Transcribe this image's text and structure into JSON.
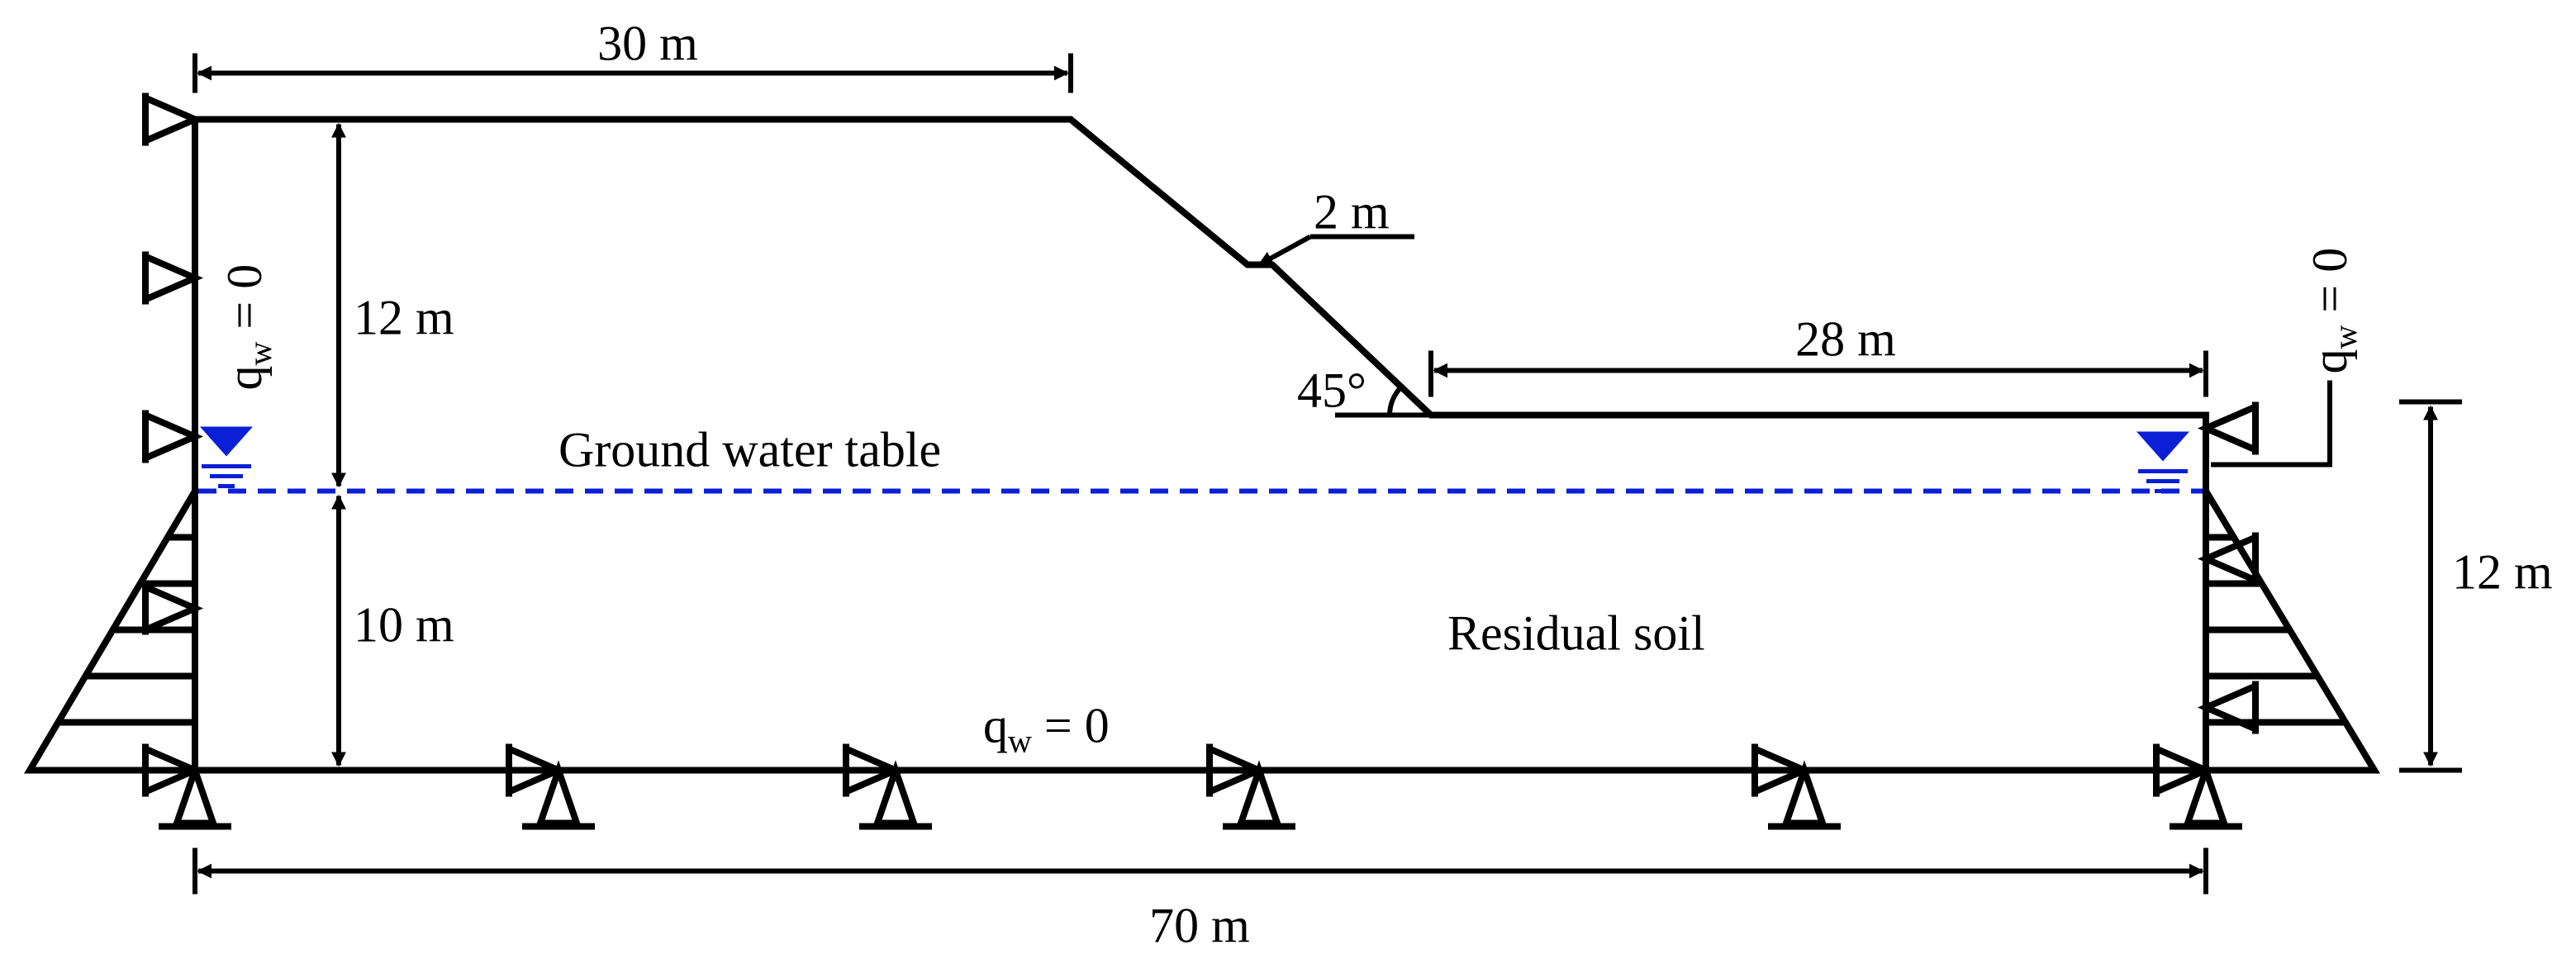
{
  "labels": {
    "top_width": "30 m",
    "berm_width": "2 m",
    "toe_width": "28 m",
    "upper_height": "12 m",
    "lower_height": "10 m",
    "right_height": "12 m",
    "bottom_width": "70 m",
    "slope_angle": "45°",
    "water_table": "Ground water table",
    "soil": "Residual soil"
  },
  "flux": {
    "symbol": "q",
    "subscript": "w",
    "equals_zero": " = 0"
  },
  "colors": {
    "line": "#000000",
    "water": "#0a1fd6",
    "background": "#ffffff"
  },
  "icons": {
    "roller_support": "roller-support-icon",
    "pin_support": "pin-support-icon",
    "water_level": "water-level-icon"
  }
}
